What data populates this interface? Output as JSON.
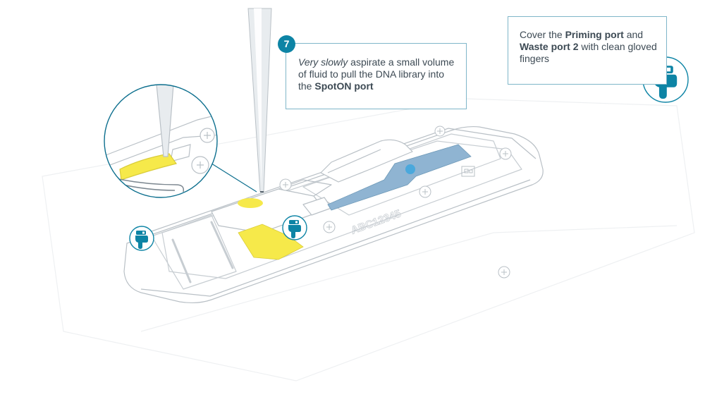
{
  "step": {
    "number": "7",
    "parts": [
      {
        "text": "Very slowly",
        "style": "italic"
      },
      {
        "text": " aspirate a small volume of fluid to pull the DNA library into the ",
        "style": "normal"
      },
      {
        "text": "SpotON port",
        "style": "bold"
      }
    ]
  },
  "cover_note": {
    "parts": [
      {
        "text": "Cover the ",
        "style": "normal"
      },
      {
        "text": "Priming port",
        "style": "bold"
      },
      {
        "text": " and ",
        "style": "normal"
      },
      {
        "text": "Waste port 2",
        "style": "bold"
      },
      {
        "text": " with clean gloved fingers",
        "style": "normal"
      }
    ]
  },
  "flow_cell_label": "ABC12345",
  "icons": [
    "finger-cover-icon",
    "pipette-tip"
  ],
  "colors": {
    "accent": "#0d84a5",
    "highlight_yellow": "#f6e94a",
    "flow_blue": "#8fb4d2",
    "outline": "#b9c0c6"
  }
}
